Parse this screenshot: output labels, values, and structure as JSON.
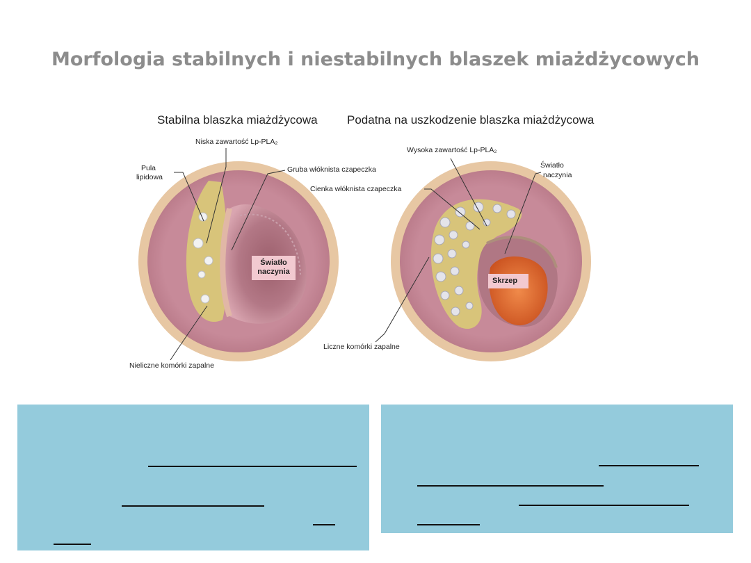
{
  "slide": {
    "title": "Morfologia stabilnych i niestabilnych blaszek miażdżycowych"
  },
  "figure": {
    "stable": {
      "title": "Stabilna blaszka miażdżycowa",
      "labels": {
        "low_lppla2": "Niska zawartość Lp-PLA₂",
        "lipid_pool_1": "Pula",
        "lipid_pool_2": "lipidowa",
        "thick_cap": "Gruba  włóknista czapeczka",
        "lumen_1": "Światło",
        "lumen_2": "naczynia",
        "few_cells": "Nieliczne komórki zapalne"
      }
    },
    "vulnerable": {
      "title": "Podatna na uszkodzenie blaszka miażdżycowa",
      "labels": {
        "high_lppla2": "Wysoka zawartość Lp-PLA₂",
        "lumen_1": "Światło",
        "lumen_2": "naczynia",
        "thin_cap": "Cienka włóknista czapeczka",
        "clot": "Skrzep",
        "many_cells": "Liczne komórki zapalne"
      }
    }
  },
  "colors": {
    "panel": "#94cbdc",
    "title": "#8c8c8c",
    "adventitia": "#e7c7a3",
    "media": "#c78a99",
    "lipid": "#d8c47a",
    "clot": "#e06a32"
  }
}
